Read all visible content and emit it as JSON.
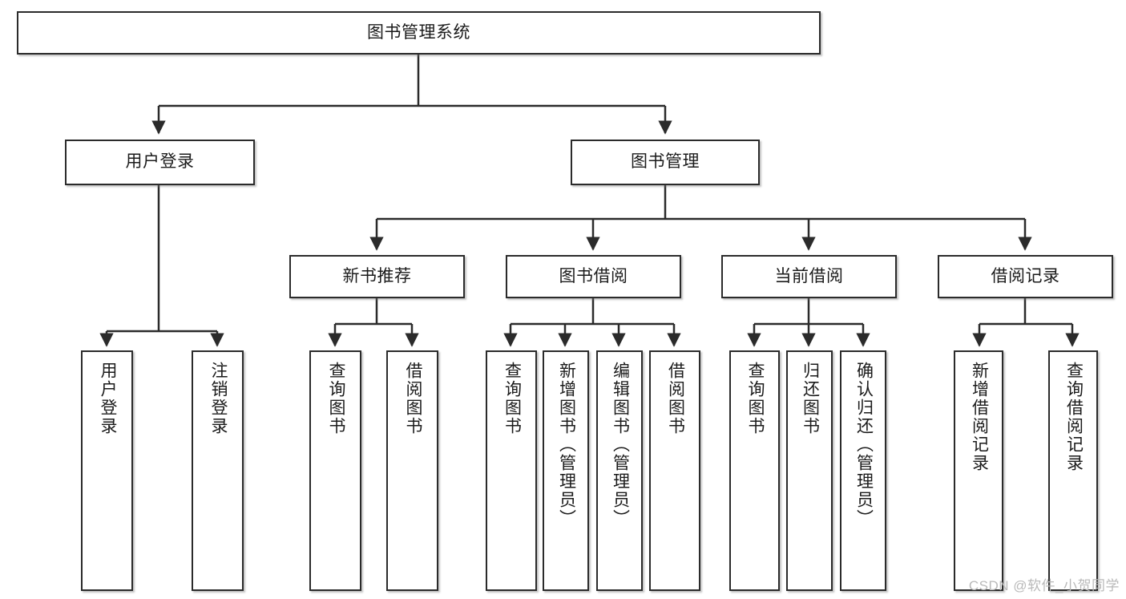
{
  "diagram": {
    "title": "图书管理系统",
    "type": "tree-hierarchy",
    "colors": {
      "box_border": "#2b2b2b",
      "box_fill": "#ffffff",
      "edge": "#2b2b2b",
      "text": "#1b1b1b",
      "watermark": "#b9b9b9"
    },
    "root": {
      "label": "图书管理系统"
    },
    "level2": [
      {
        "label": "用户登录"
      },
      {
        "label": "图书管理"
      }
    ],
    "level3": [
      {
        "label": "新书推荐"
      },
      {
        "label": "图书借阅"
      },
      {
        "label": "当前借阅"
      },
      {
        "label": "借阅记录"
      }
    ],
    "leaves": {
      "user_login": [
        {
          "label": "用户登录"
        },
        {
          "label": "注销登录"
        }
      ],
      "new_book_recommend": [
        {
          "label": "查询图书"
        },
        {
          "label": "借阅图书"
        }
      ],
      "book_borrow": [
        {
          "label": "查询图书"
        },
        {
          "label": "新增图书（管理员）"
        },
        {
          "label": "编辑图书（管理员）"
        },
        {
          "label": "借阅图书"
        }
      ],
      "current_borrow": [
        {
          "label": "查询图书"
        },
        {
          "label": "归还图书"
        },
        {
          "label": "确认归还（管理员）"
        }
      ],
      "borrow_record": [
        {
          "label": "新增借阅记录"
        },
        {
          "label": "查询借阅记录"
        }
      ]
    }
  },
  "watermark": {
    "text": "CSDN @软件_小贺同学"
  }
}
